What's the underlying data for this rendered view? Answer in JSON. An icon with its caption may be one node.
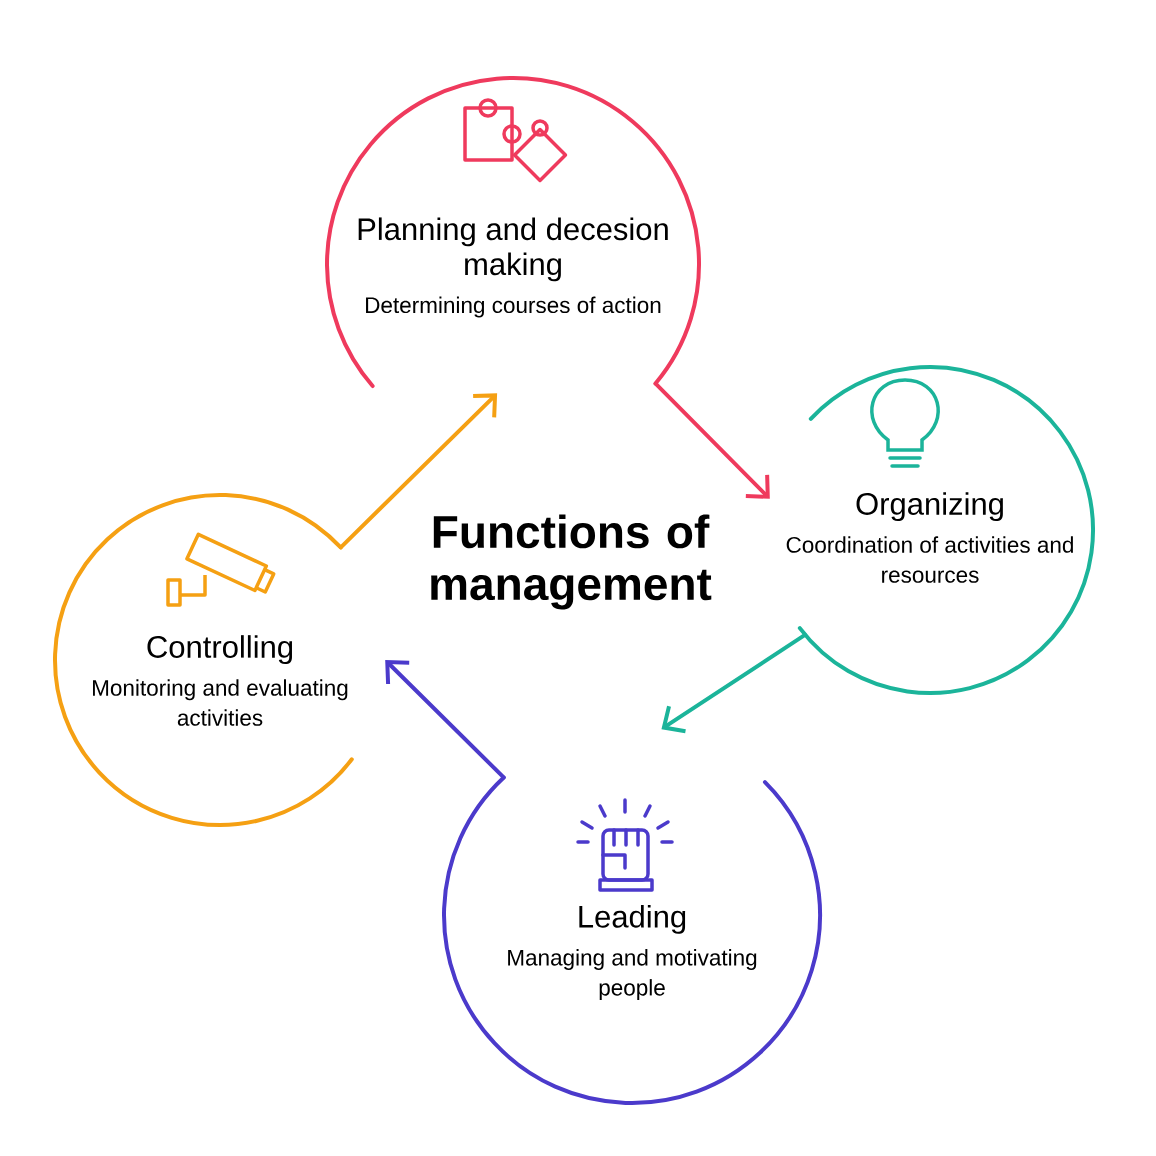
{
  "diagram": {
    "title": "Functions of management",
    "nodes": [
      {
        "text": [
          "Planning and decesion making",
          "Determining courses of action"
        ]
      },
      {
        "text": [
          "Organizing",
          "Coordination of activities and resources"
        ]
      },
      {
        "text": [
          "Leading",
          "Managing and motivating people"
        ]
      },
      {
        "text": [
          "Controlling",
          "Monitoring and evaluating activities"
        ]
      }
    ],
    "edges": [
      {
        "from": 0,
        "to": 1,
        "arrow": "to",
        "color": "#ef3a5d"
      },
      {
        "from": 1,
        "to": 2,
        "arrow": "to",
        "color": "#1bb49a"
      },
      {
        "from": 2,
        "to": 3,
        "arrow": "to",
        "color": "#4b3acb"
      },
      {
        "from": 3,
        "to": 0,
        "arrow": "to",
        "color": "#f5a013"
      }
    ]
  }
}
